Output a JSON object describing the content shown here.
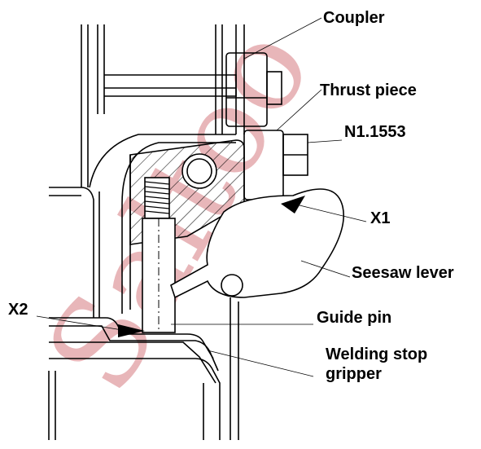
{
  "labels": {
    "coupler": "Coupler",
    "thrust_piece": "Thrust piece",
    "part_number": "N1.1553",
    "x1": "X1",
    "seesaw_lever": "Seesaw lever",
    "x2": "X2",
    "guide_pin": "Guide pin",
    "welding_stop_line1": "Welding stop",
    "welding_stop_line2": "gripper"
  },
  "watermark": {
    "text": "Saltoo",
    "color": "#c0303a"
  },
  "colors": {
    "line": "#000000",
    "background": "#ffffff"
  }
}
